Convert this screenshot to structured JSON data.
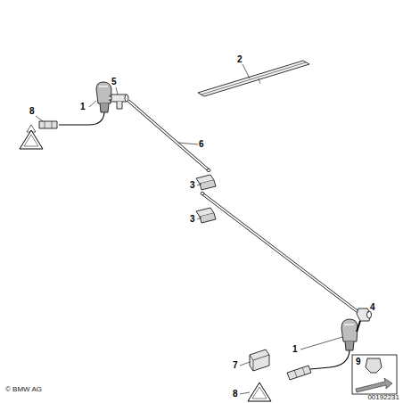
{
  "diagram": {
    "labels": [
      "8",
      "1",
      "5",
      "6",
      "2",
      "3",
      "3",
      "4",
      "1",
      "7",
      "8",
      "9",
      "© BMW AG",
      "00192231"
    ]
  }
}
